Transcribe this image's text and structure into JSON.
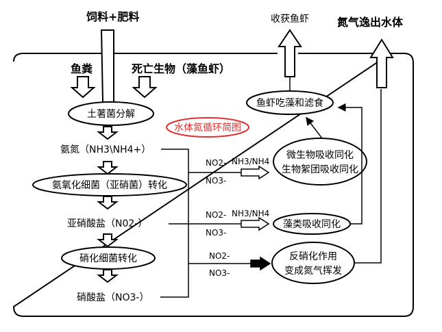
{
  "inputs": {
    "feed_fertilizer": "饲料+肥料",
    "fish_manure": "鱼粪",
    "dead_organisms": "死亡生物（藻鱼虾）"
  },
  "title": "水体氮循环简图",
  "nodes": {
    "soil_bacteria": "土著菌分解",
    "ammonia": "氨氮（NH3\\NH4+）",
    "nitrite_bacteria": "氨氧化细菌（亚硝菌）转化",
    "nitrite": "亚硝酸盐（N02-）",
    "nitrifying_bacteria": "硝化细菌转化",
    "nitrate": "硝酸盐（NO3-）",
    "harvest": "收获鱼虾",
    "nitrogen_escape": "氮气逸出水体",
    "fish_eat": "鱼虾吃藻和滤食",
    "microbe_line1": "微生物吸收同化",
    "microbe_line2": "生物絮团吸收同化",
    "algae_absorb": "藻类吸收同化",
    "denit_line1": "反硝化作用",
    "denit_line2": "变成氮气挥发"
  },
  "branch_labels": {
    "row1_top_left": "NO2-",
    "row1_top_right": "NH3/NH4",
    "row1_bottom": "NO3-",
    "row2_top_left": "NO2-",
    "row2_top_right": "NH3/NH4",
    "row2_bottom": "NO3-",
    "row3_top": "NO2-",
    "row3_bottom": "NO3-"
  },
  "colors": {
    "title_ring": "#e03030",
    "line": "#000000"
  }
}
